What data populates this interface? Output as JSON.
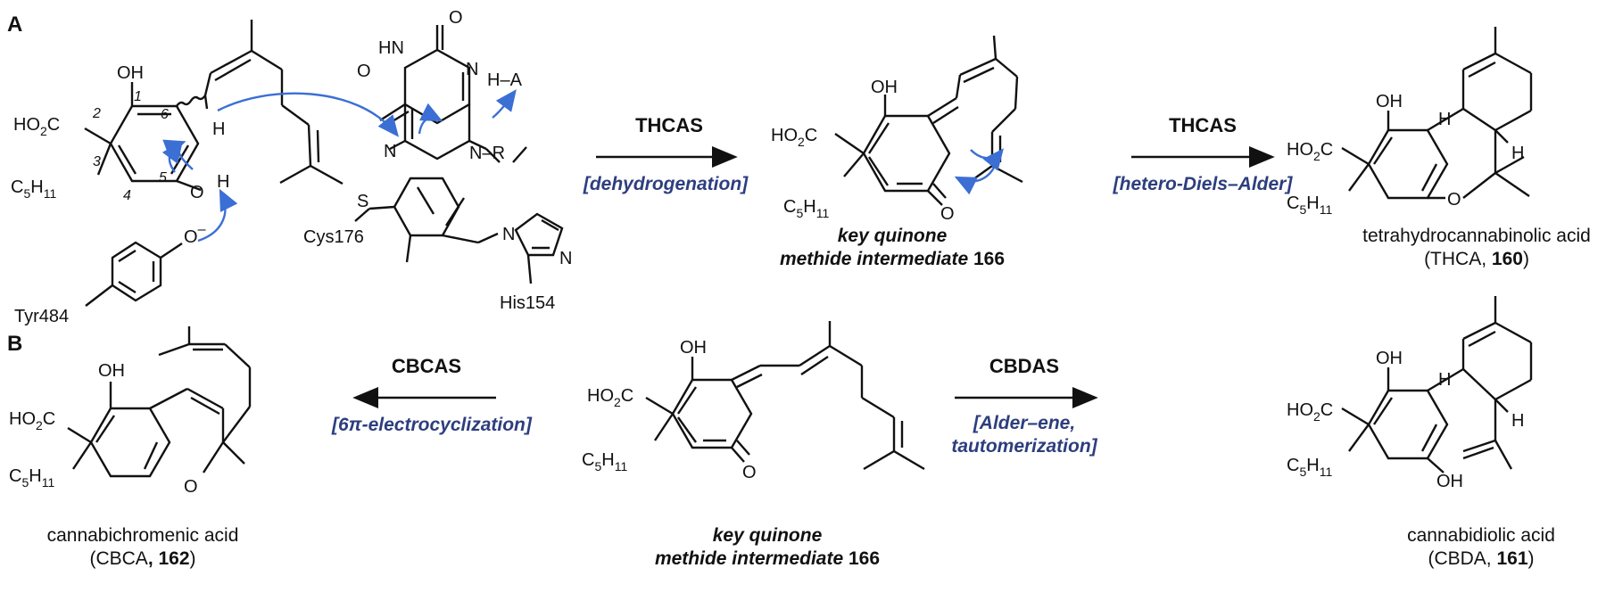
{
  "panels": {
    "a": "A",
    "b": "B"
  },
  "enzymes": {
    "thcas1": "THCAS",
    "thcas2": "THCAS",
    "cbcas": "CBCAS",
    "cbdas": "CBDAS"
  },
  "reactions": {
    "dehydrogenation": "[dehydrogenation]",
    "hetero_diels_alder": "[hetero-Diels–Alder]",
    "electrocyclization": "[6π-electrocyclization]",
    "alder_ene_1": "[Alder–ene,",
    "alder_ene_2": "tautomerization]"
  },
  "atoms": {
    "oh": "OH",
    "ho2c": "HO",
    "co2c": "C",
    "o2sub": "2",
    "h": "H",
    "o": "O",
    "ominus": "O",
    "minus": "–",
    "c5": "C",
    "h11": "H",
    "sub5": "5",
    "sub11": "11",
    "tyr": "Tyr484",
    "cys": "Cys176",
    "his": "His154",
    "s": "S",
    "hn": "HN",
    "n": "N",
    "nr": "N–R",
    "ha": "H–A",
    "num1": "1",
    "num2": "2",
    "num3": "3",
    "num4": "4",
    "num5": "5",
    "num6": "6"
  },
  "captions": {
    "key_top_1": "key quinone",
    "key_top_2": "methide intermediate ",
    "key_top_num": "166",
    "thca_1": "tetrahydrocannabinolic acid",
    "thca_2a": "(THCA, ",
    "thca_num": "160",
    "thca_2b": ")",
    "cbca_1": "cannabichromenic acid",
    "cbca_2a": "(CBCA",
    "cbca_num": ", 162",
    "cbca_2b": ")",
    "key_bot_1": "key quinone",
    "key_bot_2": "methide intermediate ",
    "key_bot_num": "166",
    "cbda_1": "cannabidiolic acid",
    "cbda_2a": "(CBDA, ",
    "cbda_num": "161",
    "cbda_2b": ")"
  },
  "colors": {
    "arrow_blue": "#3b6fd4",
    "reaction_text": "#2d3e7e",
    "bond": "#111111"
  }
}
